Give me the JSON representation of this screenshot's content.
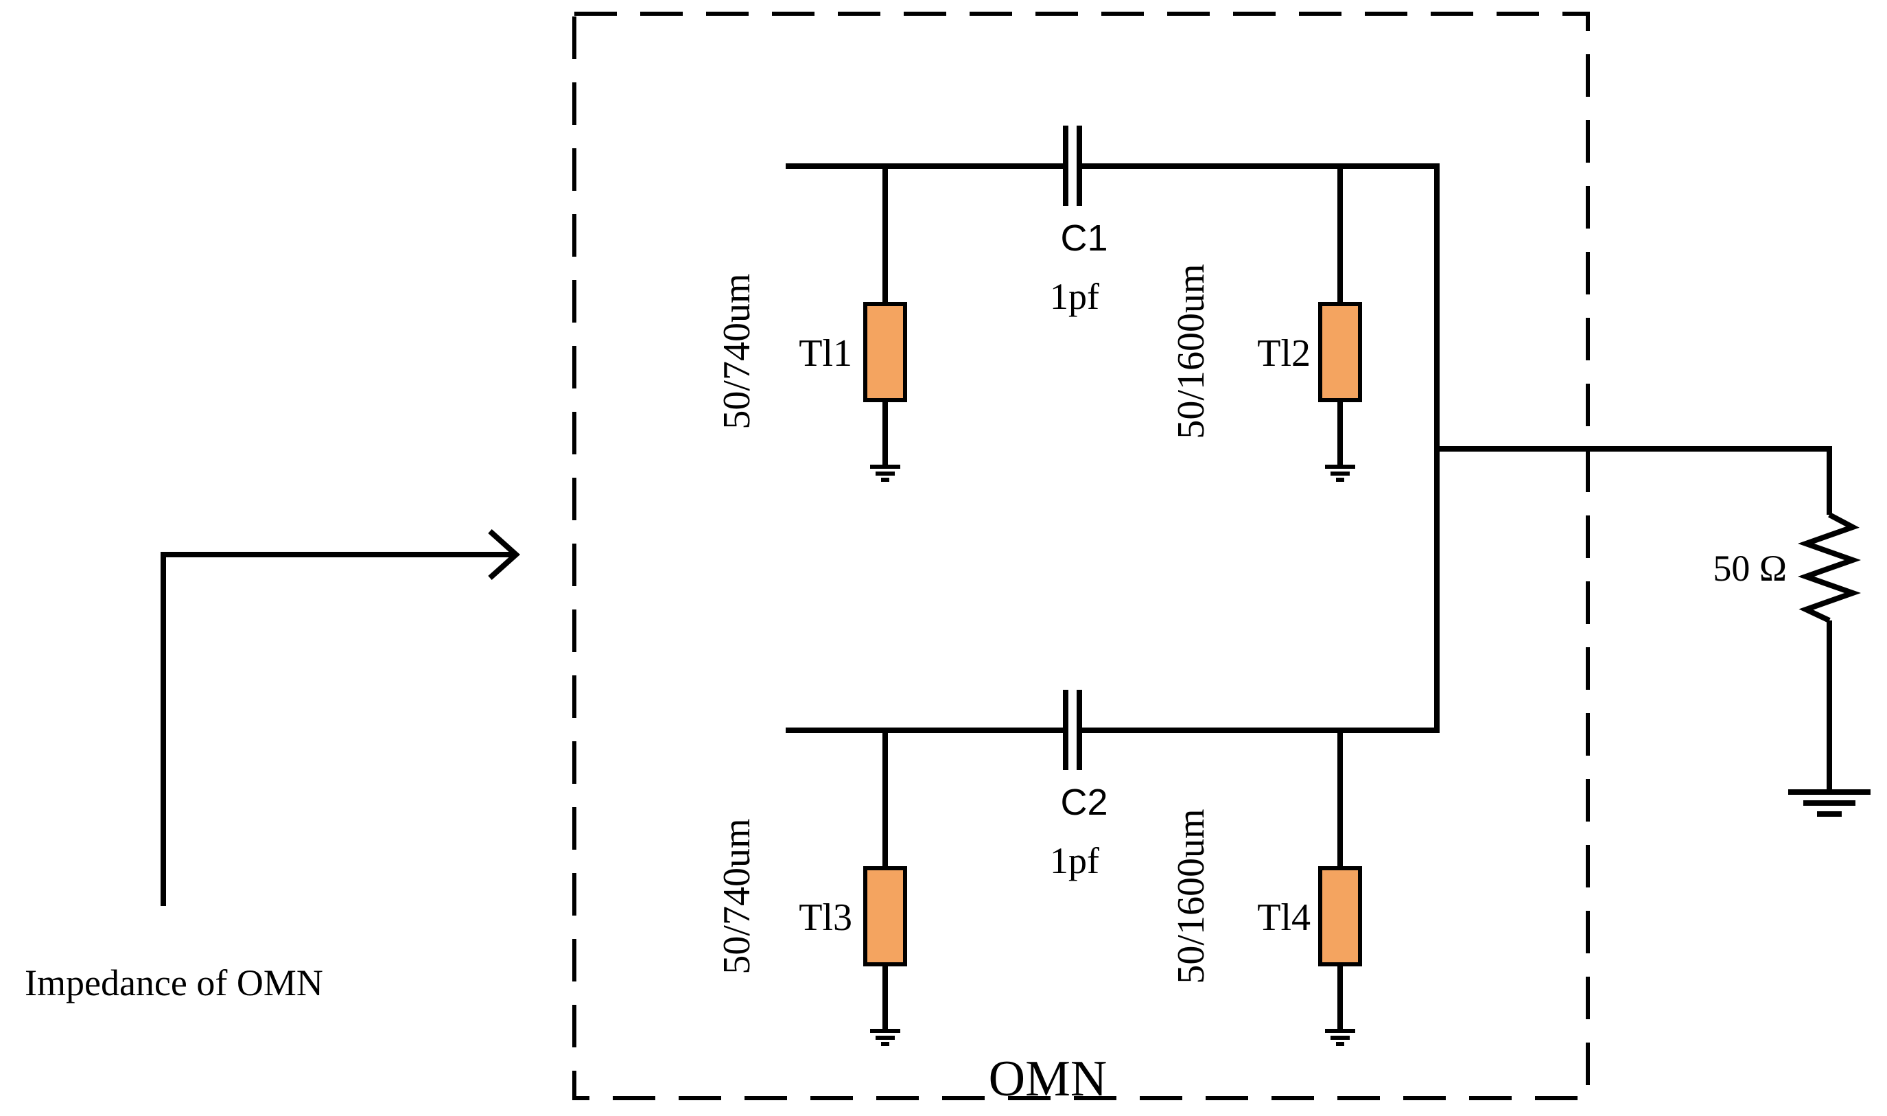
{
  "block_label": "OMN",
  "input_label": "Impedance of OMN",
  "load_label": "50 Ω",
  "capacitors": [
    {
      "name": "C1",
      "value": "1pf"
    },
    {
      "name": "C2",
      "value": "1pf"
    }
  ],
  "stubs": [
    {
      "name": "Tl1",
      "spec": "50/740um"
    },
    {
      "name": "Tl2",
      "spec": "50/1600um"
    },
    {
      "name": "Tl3",
      "spec": "50/740um"
    },
    {
      "name": "Tl4",
      "spec": "50/1600um"
    }
  ],
  "colors": {
    "stub_fill": "#f4a460",
    "line": "#000000"
  }
}
